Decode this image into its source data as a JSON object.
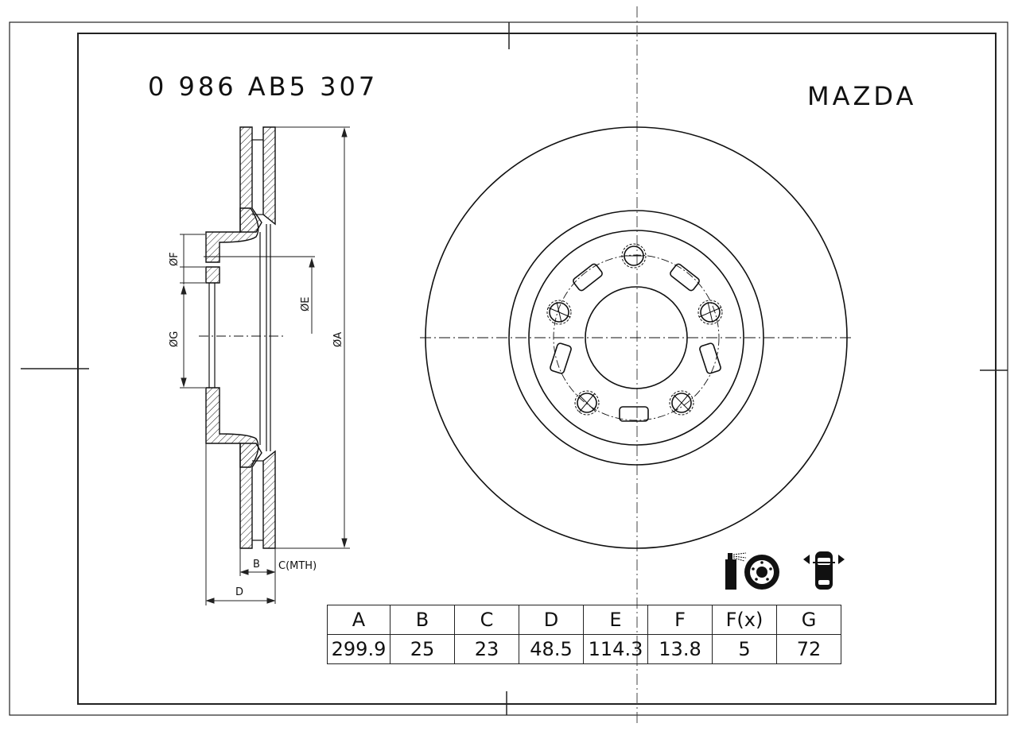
{
  "header": {
    "part_number": "0 986 AB5 307",
    "brand": "MAZDA"
  },
  "side_view": {
    "labels": {
      "phi_F": "ØF",
      "phi_G": "ØG",
      "phi_E": "ØE",
      "phi_A": "ØA",
      "B": "B",
      "C": "C(MTH)",
      "D": "D"
    }
  },
  "front_view": {
    "bolt_holes": 5,
    "slots": 5
  },
  "icons": {
    "disc_cleaning": "brake-disc-spray-icon",
    "car_axle": "car-front-axle-icon"
  },
  "table": {
    "headers": [
      "A",
      "B",
      "C",
      "D",
      "E",
      "F",
      "F(x)",
      "G"
    ],
    "values": [
      "299.9",
      "25",
      "23",
      "48.5",
      "114.3",
      "13.8",
      "5",
      "72"
    ]
  },
  "chart_data": {
    "type": "table",
    "title": "0 986 AB5 307 — MAZDA brake disc dimensions",
    "columns": [
      "A",
      "B",
      "C",
      "D",
      "E",
      "F",
      "F(x)",
      "G"
    ],
    "rows": [
      [
        "299.9",
        "25",
        "23",
        "48.5",
        "114.3",
        "13.8",
        "5",
        "72"
      ]
    ]
  }
}
